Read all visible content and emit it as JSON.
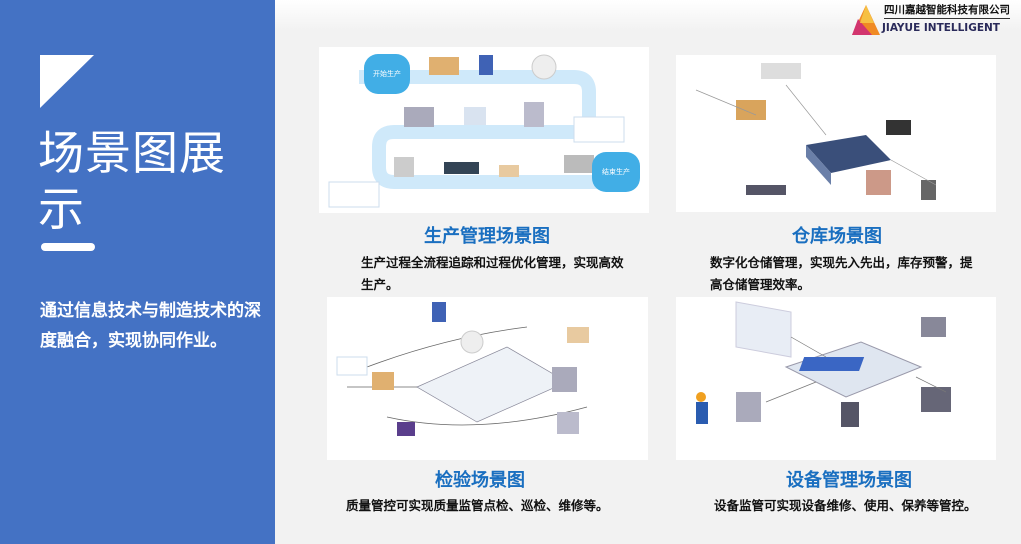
{
  "sidebar": {
    "title": "场景图展示",
    "description": "通过信息技术与制造技术的深度融合，实现协同作业。"
  },
  "logo": {
    "company_cn": "四川嘉越智能科技有限公司",
    "company_en": "JIAYUE INTELLIGENT"
  },
  "scenes": [
    {
      "title": "生产管理场景图",
      "description": "生产过程全流程追踪和过程优化管理，实现高效生产。",
      "start_label": "开始生产",
      "end_label": "结束生产"
    },
    {
      "title": "仓库场景图",
      "description": "数字化仓储管理，实现先入先出，库存预警，提高仓储管理效率。"
    },
    {
      "title": "检验场景图",
      "description": "质量管控可实现质量监管点检、巡检、维修等。"
    },
    {
      "title": "设备管理场景图",
      "description": "设备监管可实现设备维修、使用、保养等管控。"
    }
  ],
  "colors": {
    "sidebar": "#4472c4",
    "caption": "#1a6fc0",
    "flow": "#41aee6"
  }
}
